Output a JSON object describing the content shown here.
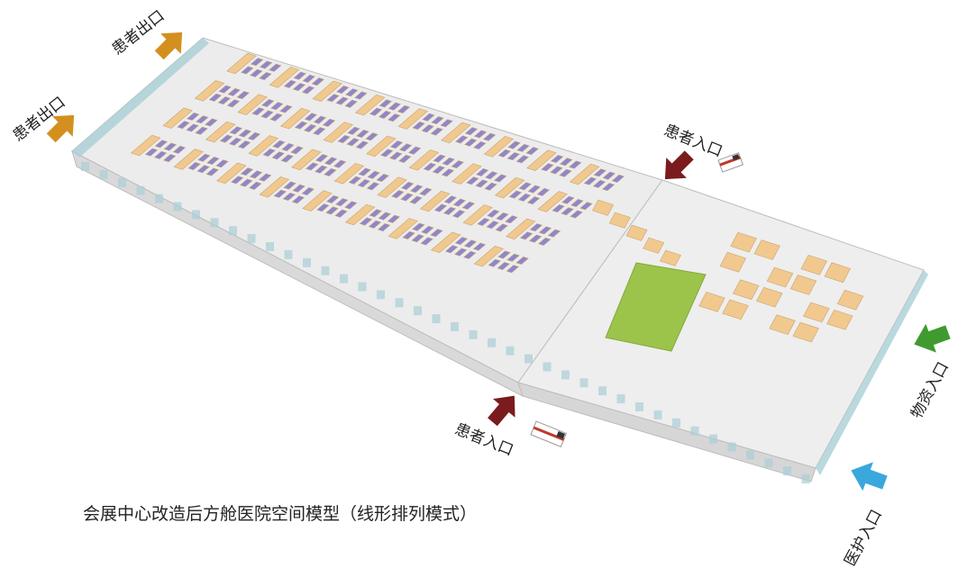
{
  "caption": "会展中心改造后方舱医院空间模型（线形排列模式）",
  "labels": {
    "patient_exit": "患者出口",
    "patient_entrance": "患者入口",
    "supply_entrance": "物资入口",
    "medical_entrance": "医护入口"
  },
  "colors": {
    "exit_arrow": "#d4901e",
    "patient_entry_arrow": "#7a1c1e",
    "supply_arrow": "#3f9a2f",
    "medical_arrow": "#3aa8dc",
    "module": "#f1c98f",
    "court": "#9cc34a",
    "bed": "#8e86cf",
    "glass": "#a9cfd6",
    "floor": "#ededed"
  }
}
